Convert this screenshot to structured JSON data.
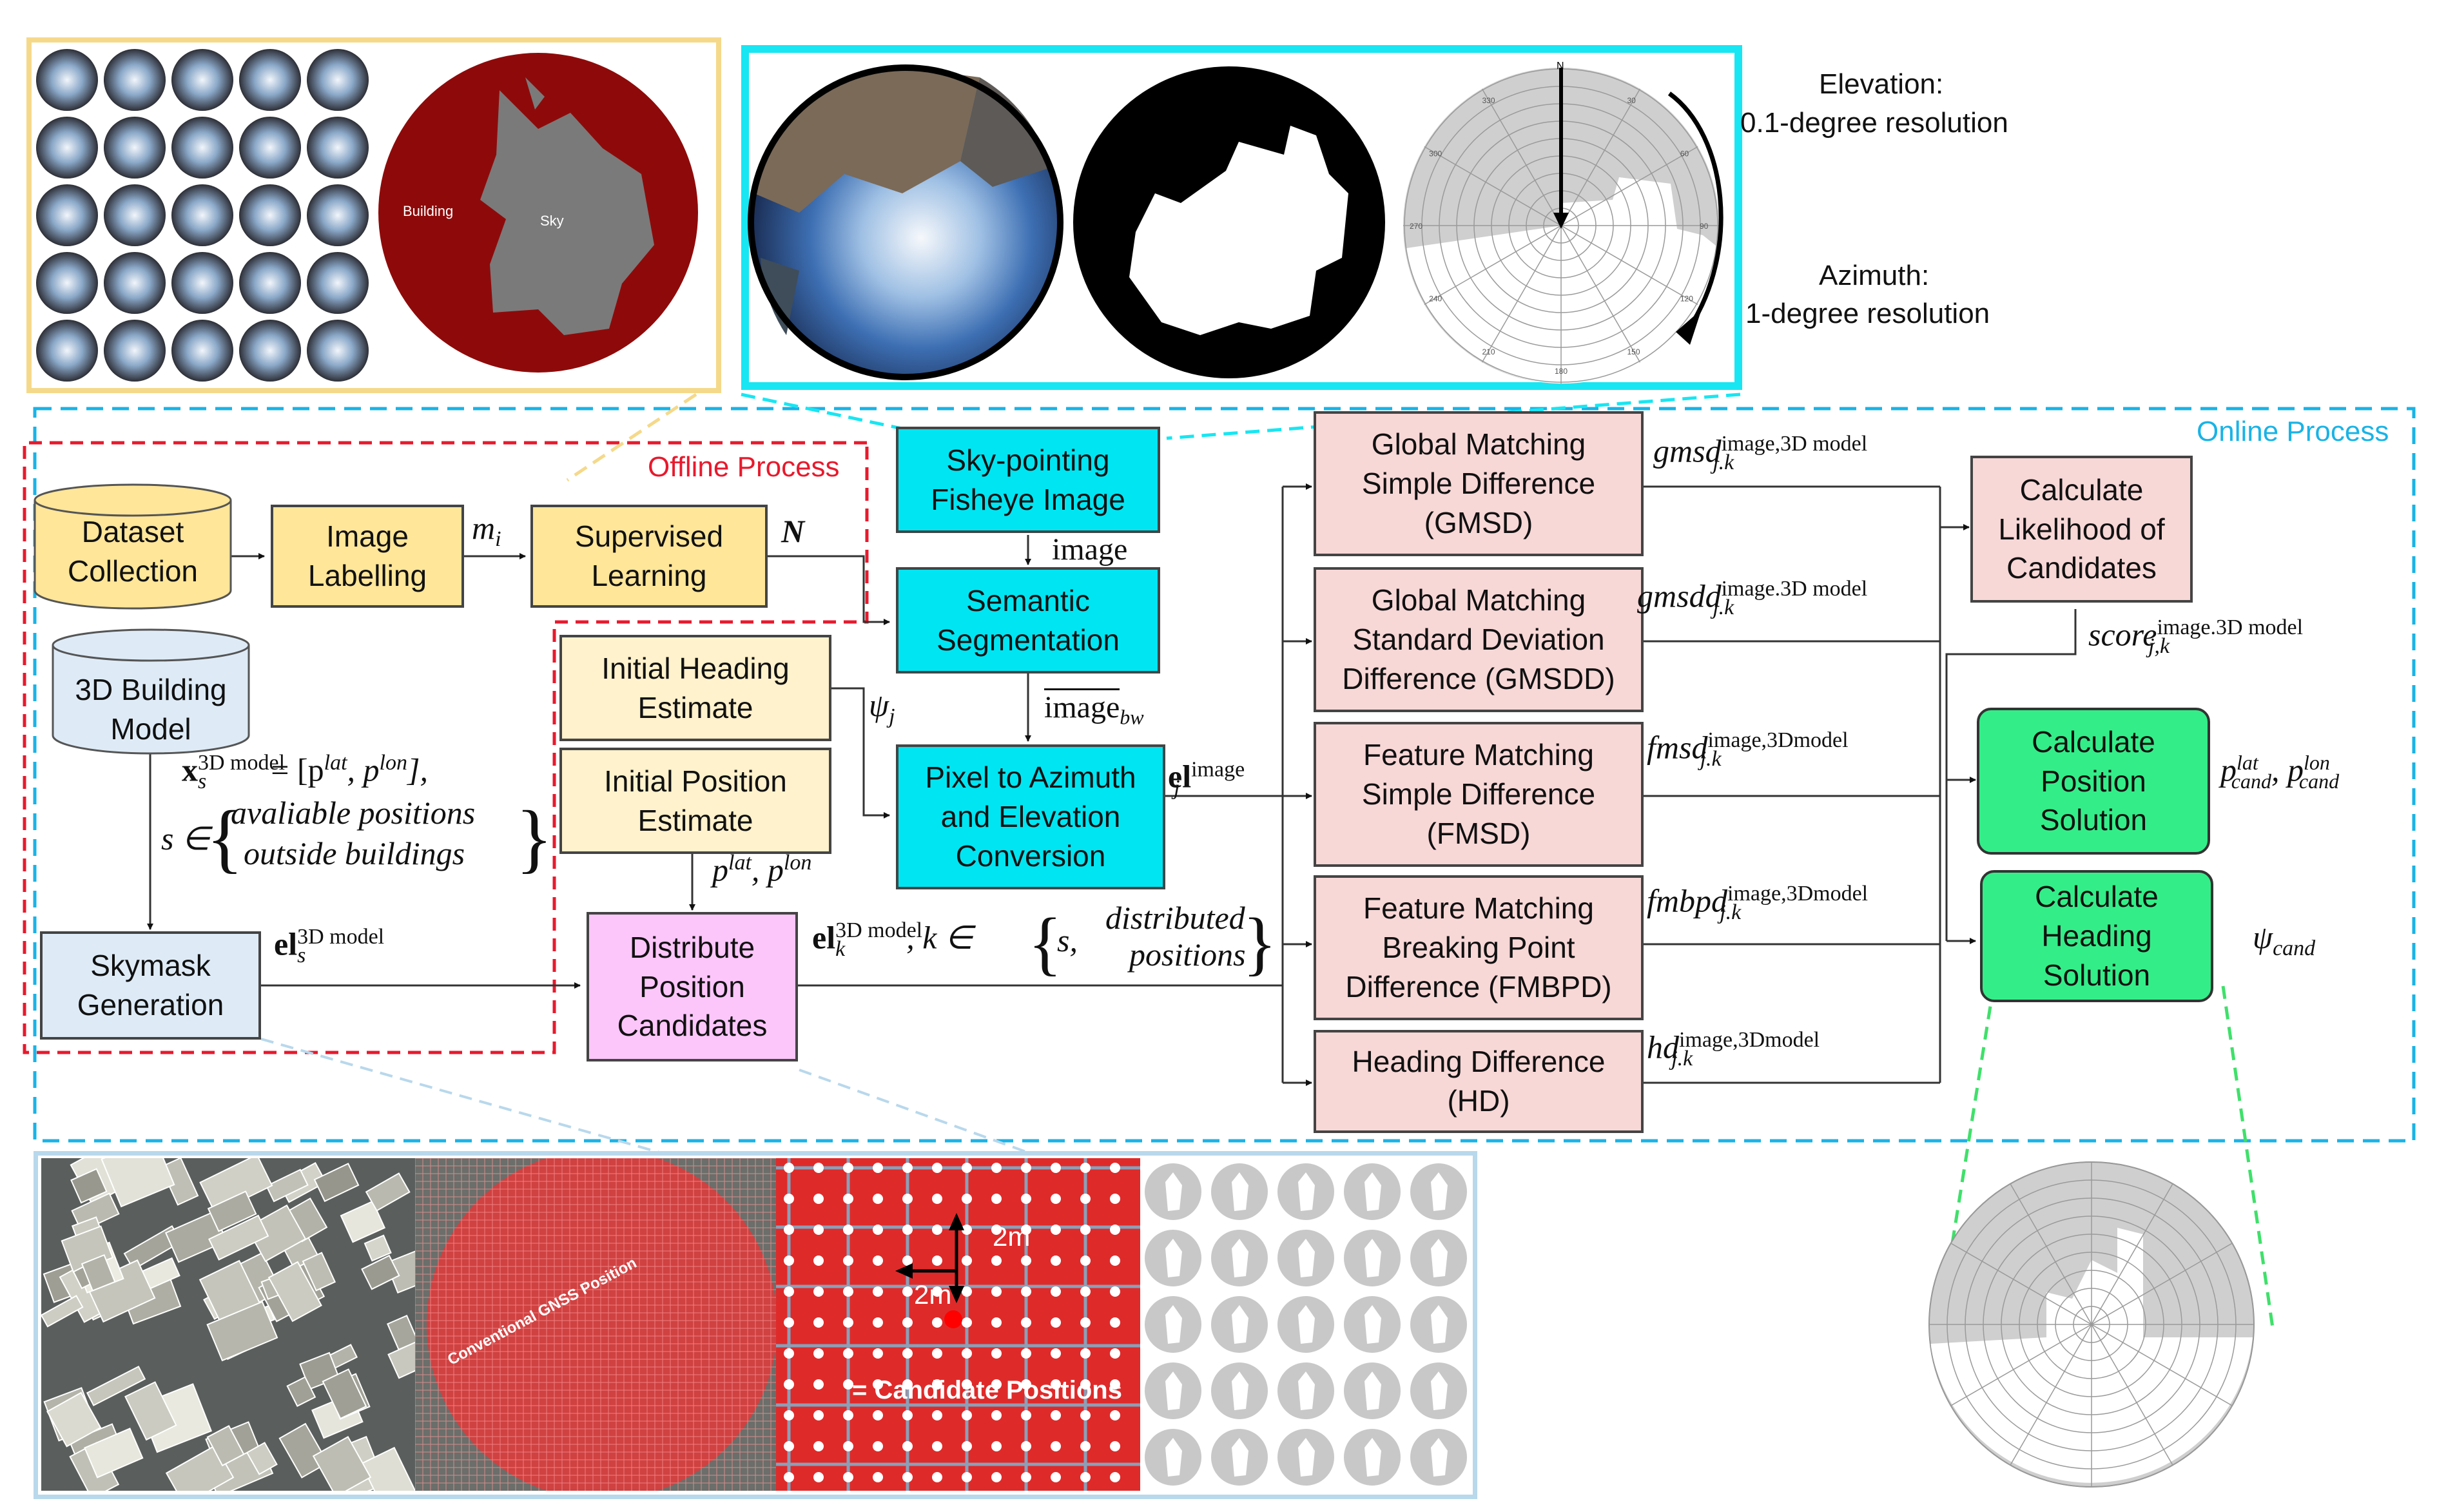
{
  "colors": {
    "offline_dash": "#e8192c",
    "online_dash": "#19b3e6",
    "top_left_frame": "#f5d98a",
    "top_center_frame": "#18e6f2",
    "bottom_frame": "#b8d8ec",
    "green_dash": "#3fe06a"
  },
  "top_panel": {
    "building_label": "Building",
    "sky_label": "Sky",
    "elevation_title": "Elevation:",
    "elevation_res": "0.1-degree resolution",
    "azimuth_title": "Azimuth:",
    "azimuth_res": "1-degree resolution",
    "polar_north": "N",
    "polar_angles": [
      "330",
      "30",
      "300",
      "60",
      "270",
      "90",
      "240",
      "120",
      "210",
      "150",
      "180"
    ]
  },
  "regions": {
    "offline": "Offline Process",
    "online": "Online Process"
  },
  "nodes": {
    "dataset": [
      "Dataset",
      "Collection"
    ],
    "labelling": [
      "Image",
      "Labelling"
    ],
    "supervised": [
      "Supervised",
      "Learning"
    ],
    "building_model": [
      "3D Building",
      "Model"
    ],
    "skymask": [
      "Skymask",
      "Generation"
    ],
    "init_heading": [
      "Initial Heading",
      "Estimate"
    ],
    "init_position": [
      "Initial Position",
      "Estimate"
    ],
    "distribute": [
      "Distribute",
      "Position",
      "Candidates"
    ],
    "fisheye": [
      "Sky-pointing",
      "Fisheye Image"
    ],
    "semantic": [
      "Semantic",
      "Segmentation"
    ],
    "pixel": [
      "Pixel to Azimuth",
      "and Elevation",
      "Conversion"
    ],
    "gmsd": [
      "Global Matching",
      "Simple Difference",
      "(GMSD)"
    ],
    "gmsdd": [
      "Global Matching",
      "Standard Deviation",
      "Difference (GMSDD)"
    ],
    "fmsd": [
      "Feature Matching",
      "Simple Difference",
      "(FMSD)"
    ],
    "fmbpd": [
      "Feature Matching",
      "Breaking Point",
      "Difference (FMBPD)"
    ],
    "hd": [
      "Heading Difference",
      "(HD)"
    ],
    "likelihood": [
      "Calculate",
      "Likelihood of",
      "Candidates"
    ],
    "position_sol": [
      "Calculate",
      "Position",
      "Solution"
    ],
    "heading_sol": [
      "Calculate",
      "Heading",
      "Solution"
    ]
  },
  "edge_labels": {
    "m_i": "m",
    "m_i_sub": "i",
    "N": "N",
    "image": "image",
    "image_bw": "image",
    "image_bw_sub": "bw",
    "psi": "ψ",
    "psi_sub": "j",
    "p_lat": "p",
    "p_lat_sup": "lat",
    "p_lon": "p",
    "p_lon_sup": "lon",
    "el_image": "el",
    "el_image_sub": "j",
    "el_image_sup": "image",
    "el_3d": "el",
    "el_3d_sub": "s",
    "el_3d_sup": "3D model",
    "el_k": "el",
    "el_k_sub": "k",
    "el_k_sup": "3D model",
    "k_set_1": "s,",
    "k_set_2a": "distributed",
    "k_set_2b": "positions",
    "k_in": ", k ∈",
    "x_s": "x",
    "x_s_sub": "s",
    "x_s_sup": "3D model",
    "x_eq": "= [p",
    "x_lat": "lat",
    "x_lon": "lon",
    "s_in": "s ∈",
    "avail_1": "avaliable positions",
    "avail_2": "outside buildings",
    "gmsd": "gmsd",
    "gmsd_sup": "image,3D model",
    "gmsdd": "gmsdd",
    "gmsdd_sup": "image.3D model",
    "fmsd": "fmsd",
    "fmsd_sup": "image,3Dmodel",
    "fmbpd": "fmbpd",
    "fmbpd_sup": "image,3Dmodel",
    "hd": "hd",
    "hd_sup": "image,3Dmodel",
    "jk": "j.k",
    "score": "score",
    "score_sub": "j,k",
    "score_sup": "image.3D model",
    "p_cand": "p",
    "cand": "cand",
    "psi_cand": "ψ"
  },
  "bottom_panel": {
    "gnss_label": "Conventional GNSS Position",
    "spacing_v": "2m",
    "spacing_h": "2m",
    "candidates_label": "= Candidate Positions"
  }
}
